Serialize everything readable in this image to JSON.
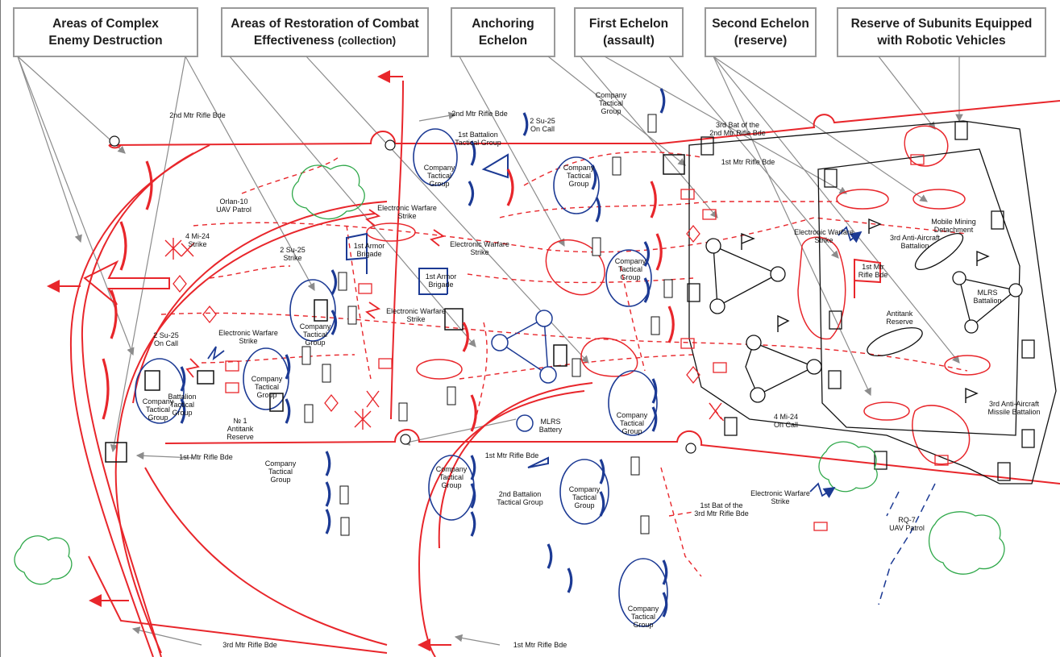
{
  "headers": [
    {
      "line1": "Areas of Complex",
      "line2": "Enemy Destruction"
    },
    {
      "line1": "Areas of Restoration of Combat",
      "line2": "Effectiveness",
      "line2_small": "(collection)"
    },
    {
      "line1": "Anchoring",
      "line2": "Echelon"
    },
    {
      "line1": "First Echelon",
      "line2": "(assault)"
    },
    {
      "line1": "Second Echelon",
      "line2": "(reserve)"
    },
    {
      "line1": "Reserve of Subunits Equipped",
      "line2": "with Robotic Vehicles"
    }
  ],
  "labels": {
    "bde2_top": "2nd Mtr Rifle Bde",
    "bde2_mid": "2nd Mtr Rifle Bde",
    "bde1_left": "1st Mtr Rifle Bde",
    "bde1_center": "1st Mtr Rifle Bde",
    "bde1_right": "1st Mtr Rifle Bde",
    "bde1_bottom": "1st Mtr Rifle Bde",
    "bde3_bottom": "3rd Mtr Rifle Bde",
    "bat3_of_2": "3rd  Bat of the\n2nd Mtr Rifle Bde",
    "bat1_of_3": "1st  Bat of the\n3rd Mtr Rifle Bde",
    "orlan": "Orlan-10\nUAV Patrol",
    "rq7": "RQ-7\nUAV Patrol",
    "mi24_strike": "4 Mi-24\nStrike",
    "mi24_oncall": "4 Mi-24\nOn Call",
    "su25_strike": "2 Su-25\nStrike",
    "su25_oncall_left": "2 Su-25\nOn Call",
    "su25_oncall_top": "2 Su-25\nOn Call",
    "ew1": "Electronic Warfare\nStrike",
    "ew2": "Electronic Warfare\nStrike",
    "ew3": "Electronic Warfare\nStrike",
    "ew4": "Electronic Warfare\nStrike",
    "ew5": "Electronic Warfare\nStrike",
    "ew6": "Electronic Warfare\nStrike",
    "armor1": "1st Armor\nBrigade",
    "armor2": "1st Armor\nBrigade",
    "btg1": "1st Battalion\nTactical Group",
    "btg2": "2nd Battalion\nTactical Group",
    "btg_left": "Battalion\nTactical\nGroup",
    "ctg": "Company\nTactical\nGroup",
    "antitank1": "№ 1\nAntitank\nReserve",
    "antitank_reserve": "Antitank\nReserve",
    "mlrs_battery": "MLRS\nBattery",
    "mlrs_battalion": "MLRS\nBattalion",
    "mobile_mining": "Mobile Mining\nDetachment",
    "aa_battalion": "3rd Anti-Aircraft\nBattalion",
    "aa_missile": "3rd Anti-Aircraft\nMissile Battalion",
    "mtr_rifle_bde_flag": "1st Mtr\nRifle Bde"
  },
  "colors": {
    "red": "#e8262b",
    "blue": "#1c3a94",
    "green": "#2fa84a",
    "gray": "#8c8c8c",
    "black": "#111111"
  }
}
